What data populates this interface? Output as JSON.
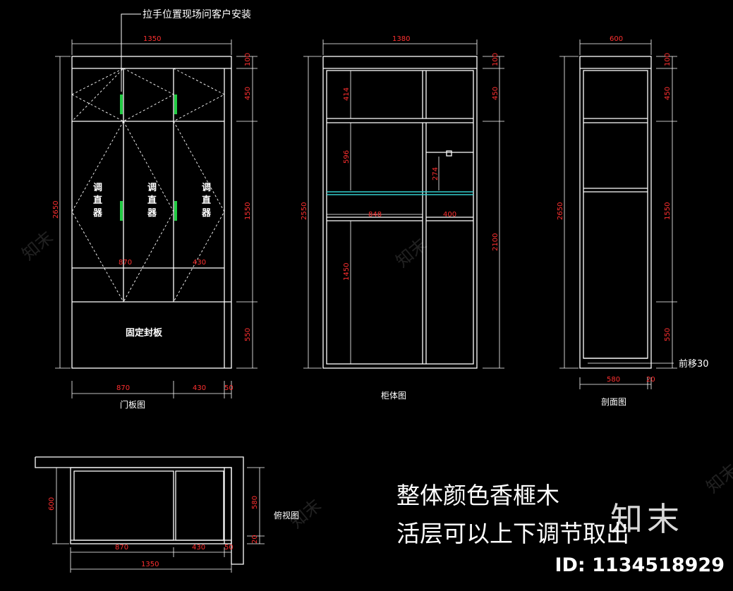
{
  "colors": {
    "background": "#000000",
    "line": "#ffffff",
    "dimension": "#ff3030",
    "handle": "#22cc44",
    "rod": "#33cccc"
  },
  "top_note": "拉手位置现场问客户安装",
  "door_view": {
    "title": "门板图",
    "width_total": "1350",
    "height_total": "2650",
    "height_segments": [
      "100",
      "450",
      "1550",
      "550"
    ],
    "bottom_widths": [
      "870",
      "430",
      "50"
    ],
    "inner_widths": [
      "870",
      "430"
    ],
    "panel_labels": [
      "调直器",
      "调直器",
      "调直器"
    ],
    "fixed_panel_label": "固定封板"
  },
  "cabinet_view": {
    "title": "柜体图",
    "width_total": "1380",
    "height_total": "2550",
    "right_segments": [
      "100",
      "450",
      "2100"
    ],
    "inner_labels": [
      "414",
      "596",
      "274",
      "848",
      "400",
      "1450"
    ]
  },
  "section_view": {
    "title": "剖面图",
    "width_total": "600",
    "height_total": "2650",
    "height_segments": [
      "100",
      "450",
      "1550",
      "550"
    ],
    "bottom_widths": [
      "580",
      "20"
    ],
    "shift_note": "前移30"
  },
  "plan_view": {
    "title": "俯视图",
    "left_height": "600",
    "right_heights": [
      "580",
      "20"
    ],
    "bottom_widths": [
      "870",
      "430",
      "50"
    ],
    "width_total": "1350"
  },
  "notes": [
    "整体颜色香榧木",
    "活层可以上下调节取出"
  ],
  "watermark": {
    "brand": "知末",
    "id": "ID: 1134518929"
  }
}
